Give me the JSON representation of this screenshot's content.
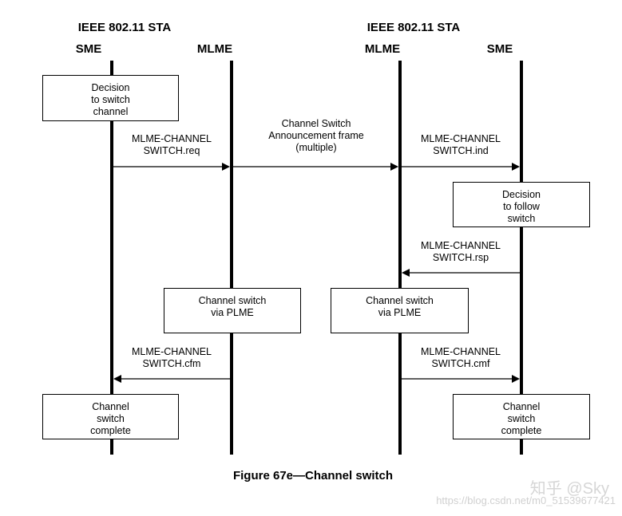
{
  "headers": {
    "sta_left": "IEEE 802.11 STA",
    "sta_right": "IEEE 802.11 STA",
    "sme_left": "SME",
    "mlme_left": "MLME",
    "mlme_right": "MLME",
    "sme_right": "SME"
  },
  "boxes": {
    "decision_switch": "Decision\nto switch\nchannel",
    "decision_follow": "Decision\nto follow\nswitch",
    "channel_switch_left": "Channel switch\nvia PLME",
    "channel_switch_right": "Channel switch\nvia PLME",
    "complete_left": "Channel\nswitch\ncomplete",
    "complete_right": "Channel\nswitch\ncomplete"
  },
  "messages": {
    "switch_req": "MLME-CHANNEL\nSWITCH.req",
    "announcement": "Channel Switch\nAnnouncement frame\n(multiple)",
    "switch_ind": "MLME-CHANNEL\nSWITCH.ind",
    "switch_rsp": "MLME-CHANNEL\nSWITCH.rsp",
    "switch_cfm": "MLME-CHANNEL\nSWITCH.cfm",
    "switch_cmf": "MLME-CHANNEL\nSWITCH.cmf"
  },
  "caption": "Figure 67e—Channel switch",
  "watermark": {
    "brand": "知乎 @Sky",
    "url": "https://blog.csdn.net/m0_51539677421"
  }
}
